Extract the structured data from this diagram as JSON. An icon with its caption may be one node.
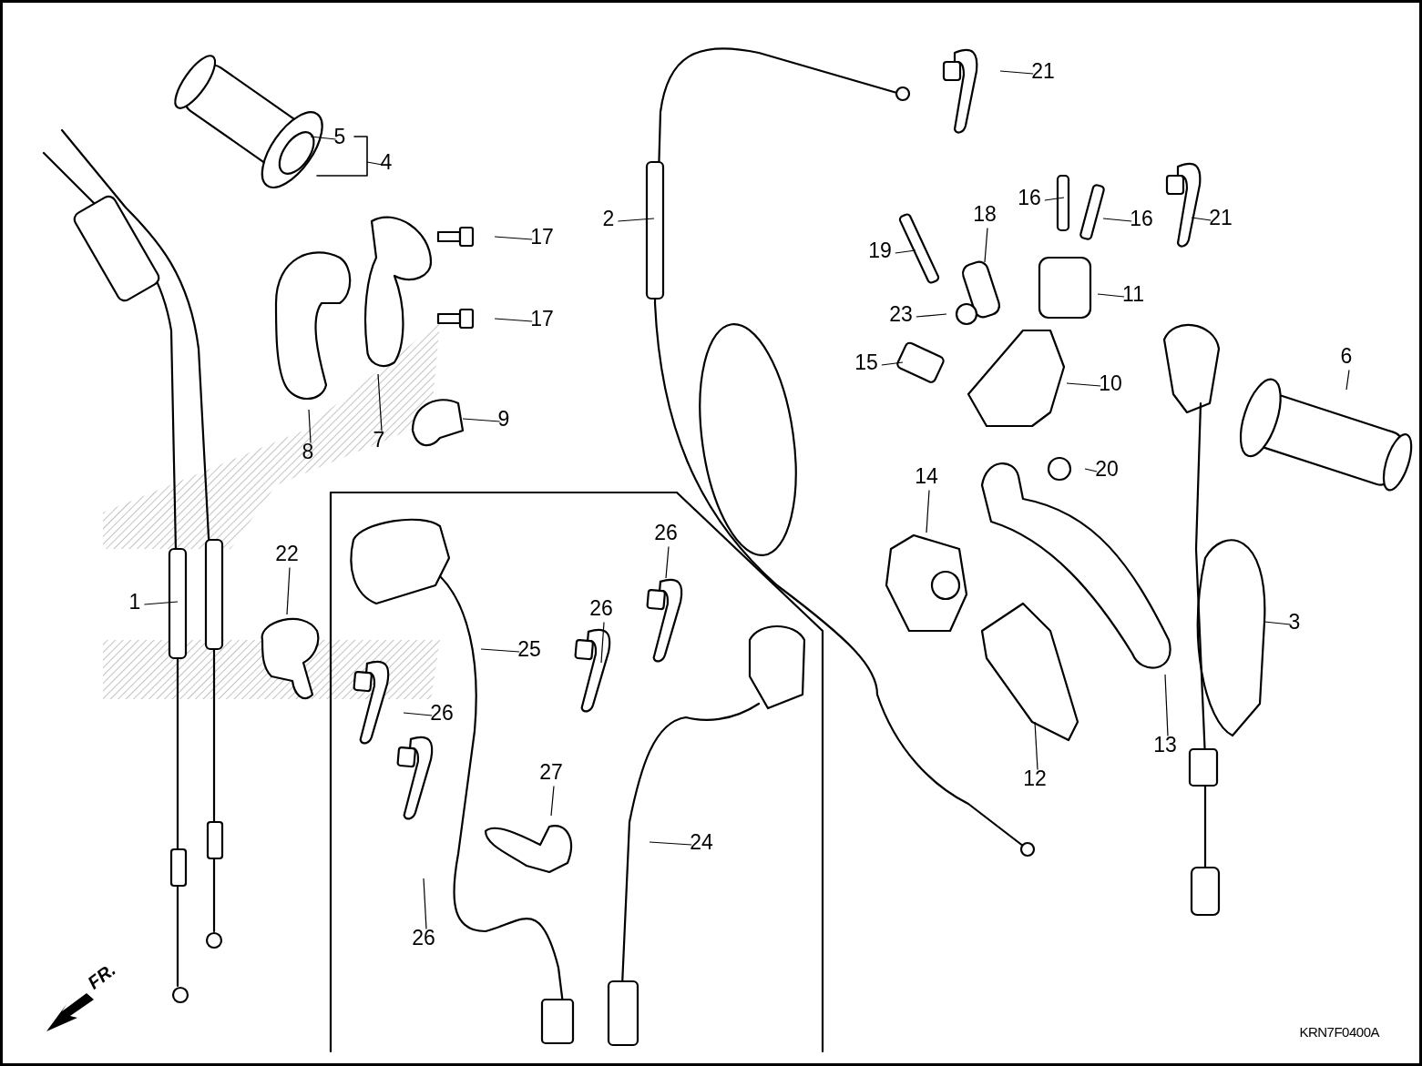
{
  "diagram": {
    "nodes": [
      {
        "text": [
          "21"
        ]
      },
      {
        "text": [
          "5"
        ]
      },
      {
        "text": [
          "4"
        ]
      },
      {
        "text": [
          "2"
        ]
      },
      {
        "text": [
          "16"
        ]
      },
      {
        "text": [
          "16"
        ]
      },
      {
        "text": [
          "21"
        ]
      },
      {
        "text": [
          "17"
        ]
      },
      {
        "text": [
          "19"
        ]
      },
      {
        "text": [
          "18"
        ]
      },
      {
        "text": [
          "11"
        ]
      },
      {
        "text": [
          "17"
        ]
      },
      {
        "text": [
          "23"
        ]
      },
      {
        "text": [
          "6"
        ]
      },
      {
        "text": [
          "15"
        ]
      },
      {
        "text": [
          "10"
        ]
      },
      {
        "text": [
          "9"
        ]
      },
      {
        "text": [
          "8"
        ]
      },
      {
        "text": [
          "7"
        ]
      },
      {
        "text": [
          "14"
        ]
      },
      {
        "text": [
          "20"
        ]
      },
      {
        "text": [
          "26"
        ]
      },
      {
        "text": [
          "22"
        ]
      },
      {
        "text": [
          "1"
        ]
      },
      {
        "text": [
          "26"
        ]
      },
      {
        "text": [
          "3"
        ]
      },
      {
        "text": [
          "25"
        ]
      },
      {
        "text": [
          "26"
        ]
      },
      {
        "text": [
          "13"
        ]
      },
      {
        "text": [
          "27"
        ]
      },
      {
        "text": [
          "12"
        ]
      },
      {
        "text": [
          "24"
        ]
      },
      {
        "text": [
          "26"
        ]
      }
    ],
    "edges": [
      {
        "from": 0,
        "to": null,
        "arrow": "none"
      },
      {
        "from": 1,
        "to": null,
        "arrow": "none"
      },
      {
        "from": 2,
        "to": null,
        "arrow": "none"
      },
      {
        "from": 3,
        "to": null,
        "arrow": "none"
      },
      {
        "from": 4,
        "to": null,
        "arrow": "none"
      },
      {
        "from": 5,
        "to": null,
        "arrow": "none"
      },
      {
        "from": 6,
        "to": null,
        "arrow": "none"
      },
      {
        "from": 7,
        "to": null,
        "arrow": "none"
      },
      {
        "from": 8,
        "to": null,
        "arrow": "none"
      },
      {
        "from": 9,
        "to": null,
        "arrow": "none"
      },
      {
        "from": 10,
        "to": null,
        "arrow": "none"
      },
      {
        "from": 11,
        "to": null,
        "arrow": "none"
      },
      {
        "from": 12,
        "to": null,
        "arrow": "none"
      },
      {
        "from": 13,
        "to": null,
        "arrow": "none"
      },
      {
        "from": 14,
        "to": null,
        "arrow": "none"
      },
      {
        "from": 15,
        "to": null,
        "arrow": "none"
      },
      {
        "from": 16,
        "to": null,
        "arrow": "none"
      },
      {
        "from": 17,
        "to": null,
        "arrow": "none"
      },
      {
        "from": 18,
        "to": null,
        "arrow": "none"
      },
      {
        "from": 19,
        "to": null,
        "arrow": "none"
      },
      {
        "from": 20,
        "to": null,
        "arrow": "none"
      },
      {
        "from": 21,
        "to": null,
        "arrow": "none"
      },
      {
        "from": 22,
        "to": null,
        "arrow": "none"
      },
      {
        "from": 23,
        "to": null,
        "arrow": "none"
      },
      {
        "from": 24,
        "to": null,
        "arrow": "none"
      },
      {
        "from": 25,
        "to": null,
        "arrow": "none"
      },
      {
        "from": 26,
        "to": null,
        "arrow": "none"
      },
      {
        "from": 27,
        "to": null,
        "arrow": "none"
      },
      {
        "from": 28,
        "to": null,
        "arrow": "none"
      },
      {
        "from": 29,
        "to": null,
        "arrow": "none"
      },
      {
        "from": 30,
        "to": null,
        "arrow": "none"
      },
      {
        "from": 31,
        "to": null,
        "arrow": "none"
      },
      {
        "from": 32,
        "to": null,
        "arrow": "none"
      }
    ],
    "labels": [
      "FR.",
      "KRN7F0400A"
    ]
  }
}
